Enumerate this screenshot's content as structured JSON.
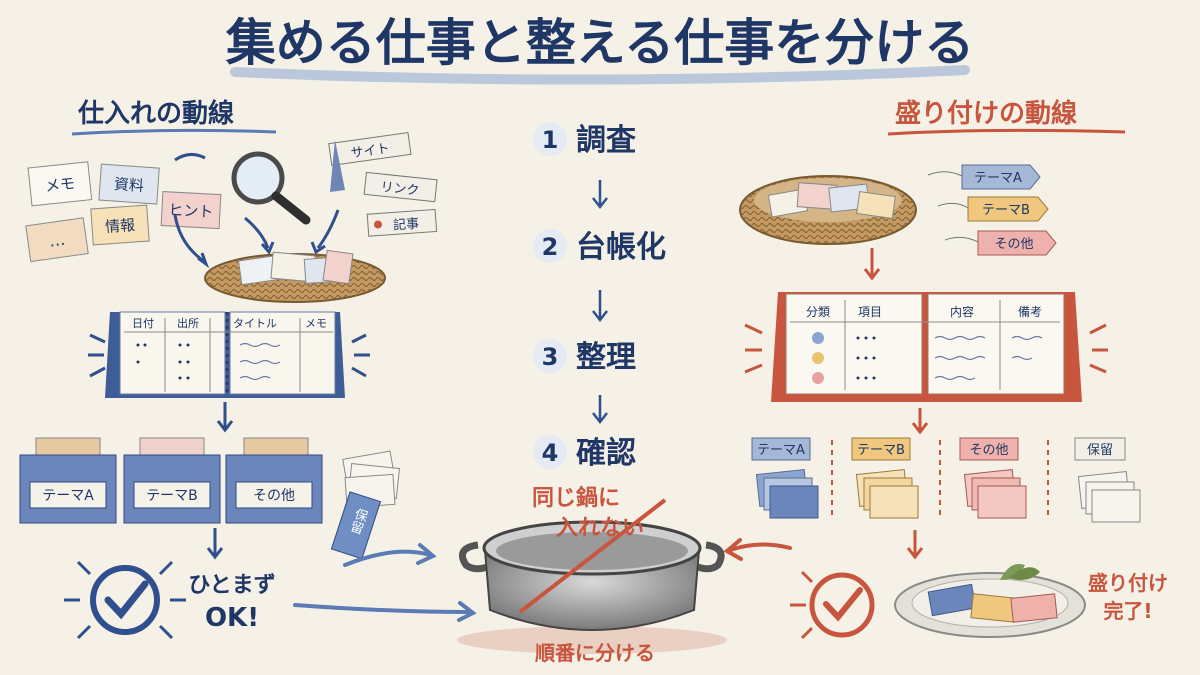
{
  "title": "集める仕事と整える仕事を分ける",
  "left": {
    "heading": "仕入れの動線",
    "scraps": [
      "メモ",
      "資料",
      "…",
      "情報",
      "ヒント"
    ],
    "tags": [
      "サイト",
      "リンク",
      "記事"
    ],
    "ledger_headers": [
      "日付",
      "出所",
      "タイトル",
      "メモ"
    ],
    "boxes": [
      "テーマA",
      "テーマB",
      "その他"
    ],
    "hold_tag": "保留",
    "ok_text": [
      "ひとまず",
      "OK!"
    ]
  },
  "center": {
    "steps": [
      {
        "num": "1",
        "label": "調査"
      },
      {
        "num": "2",
        "label": "台帳化"
      },
      {
        "num": "3",
        "label": "整理"
      },
      {
        "num": "4",
        "label": "確認"
      }
    ],
    "pot_warning": [
      "同じ鍋に",
      "入れない"
    ],
    "pot_caption": "順番に分ける"
  },
  "right": {
    "heading": "盛り付けの動線",
    "tags": [
      "テーマA",
      "テーマB",
      "その他"
    ],
    "ledger_headers": [
      "分類",
      "項目",
      "内容",
      "備考"
    ],
    "piles": [
      "テーマA",
      "テーマB",
      "その他",
      "保留"
    ],
    "done_text": [
      "盛り付け",
      "完了!"
    ]
  },
  "colors": {
    "navy": "#1f3766",
    "blue": "#5b7bb5",
    "red": "#c8553d",
    "paper": "#f6f1e6",
    "wicker": "#a9824f",
    "yellow": "#e9c46a",
    "pink": "#e8a0a0"
  }
}
